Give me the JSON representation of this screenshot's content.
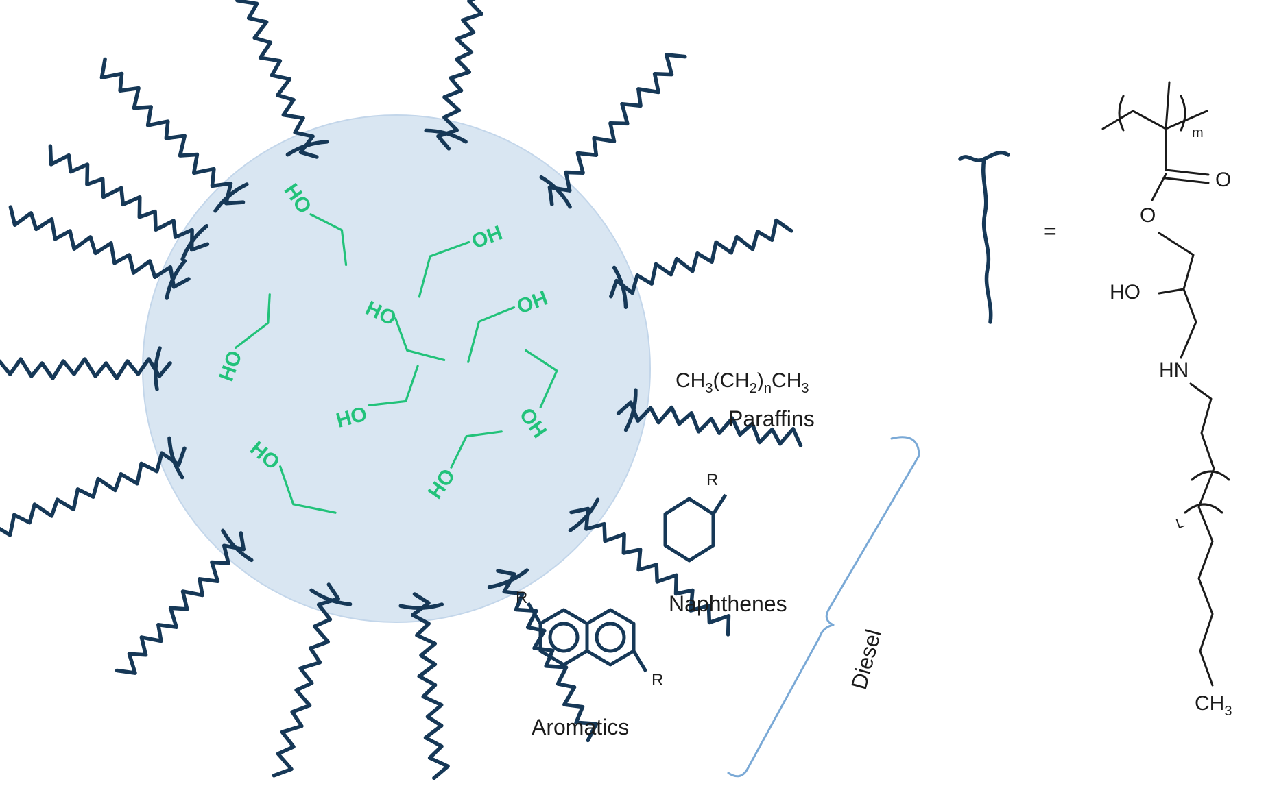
{
  "micelle": {
    "core_color": "#d9e6f2",
    "chain_color": "#163857",
    "ethanol_color": "#22c27a",
    "ethanol_label": "HO",
    "ethanol_label_alt": "OH"
  },
  "legend": {
    "equals": "="
  },
  "monomer": {
    "subscript_m": "m",
    "carbonyl_o": "O",
    "ester_o": "O",
    "hydroxyl": "HO",
    "amine": "HN",
    "repeat_l": "L",
    "terminal_ch3": "CH",
    "terminal_ch3_sub": "3"
  },
  "fuel_components": {
    "paraffins_formula": {
      "a": "CH",
      "a_sub": "3",
      "b": "(CH",
      "b_sub": "2",
      "c": ")",
      "c_sub": "n",
      "d": "CH",
      "d_sub": "3"
    },
    "paraffins": "Paraffins",
    "naphthenes": "Naphthenes",
    "naphthenes_r": "R",
    "aromatics": "Aromatics",
    "aromatics_r": "R",
    "group_label": "Diesel"
  }
}
